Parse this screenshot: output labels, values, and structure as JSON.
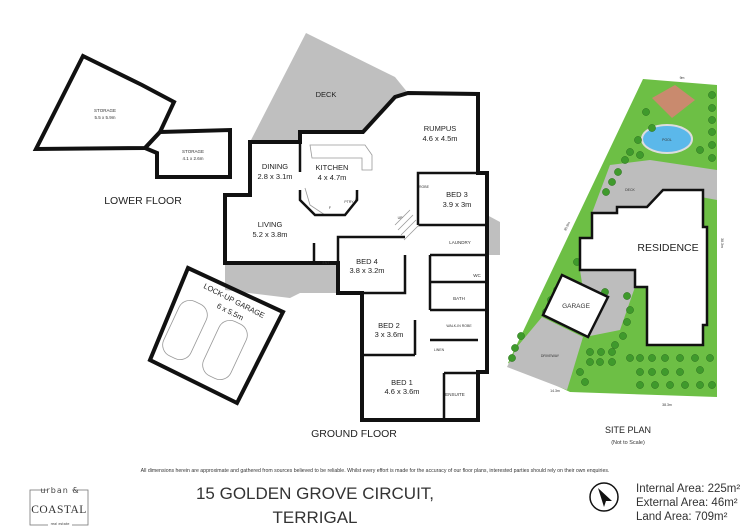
{
  "lower_floor": {
    "title": "LOWER FLOOR",
    "rooms": [
      {
        "name": "STORAGE",
        "size": "5.5 x 5.9m"
      },
      {
        "name": "STORAGE",
        "size": "4.1 x 2.6m"
      }
    ]
  },
  "ground_floor": {
    "title": "GROUND FLOOR",
    "rooms": {
      "deck": {
        "name": "DECK"
      },
      "rumpus": {
        "name": "RUMPUS",
        "size": "4.6 x 4.5m"
      },
      "dining": {
        "name": "DINING",
        "size": "2.8 x 3.1m"
      },
      "kitchen": {
        "name": "KITCHEN",
        "size": "4 x 4.7m"
      },
      "bed3": {
        "name": "BED 3",
        "size": "3.9 x 3m"
      },
      "living": {
        "name": "LIVING",
        "size": "5.2 x 3.8m"
      },
      "bed4": {
        "name": "BED 4",
        "size": "3.8 x 3.2m"
      },
      "bed2": {
        "name": "BED 2",
        "size": "3 x 3.6m"
      },
      "bed1": {
        "name": "BED 1",
        "size": "4.6 x 3.6m"
      },
      "garage": {
        "name": "LOCK-UP GARAGE",
        "size": "6 x 5.5m"
      },
      "laundry": {
        "name": "LAUNDRY"
      },
      "wc": {
        "name": "WC"
      },
      "bath": {
        "name": "BATH"
      },
      "walkin": {
        "name": "WALK-IN ROBE"
      },
      "ensuite": {
        "name": "ENSUITE"
      }
    },
    "small_labels": {
      "ent": "ENT",
      "robe": "ROBE",
      "linen": "LINEN",
      "pantry": "PTRY",
      "fridge": "F",
      "up": "UP"
    }
  },
  "site_plan": {
    "title": "SITE PLAN",
    "subtitle": "(Not to Scale)",
    "labels": {
      "residence": "RESIDENCE",
      "garage": "GARAGE",
      "pool": "POOL",
      "deck": "DECK",
      "driveway": "DRIVEWAY"
    },
    "dimensions": {
      "top": "9m",
      "left": "35.9m",
      "right": "38.3m",
      "front": "14.3m",
      "bottom": "38.3m"
    },
    "colors": {
      "lawn": "#6dbf45",
      "paving": "#bdbdbd",
      "pool": "#5bb8ea",
      "tree": "#3f9a2c"
    }
  },
  "footer": {
    "disclaimer": "All dimensions herein are approximate and gathered from sources believed to be reliable. Whilst every effort is made for the accuracy of our floor plans, interested parties should rely on their own enquiries.",
    "logo": {
      "top": "urban &",
      "main": "COASTAL",
      "bottom": "real estate"
    },
    "address_line1": "15 GOLDEN GROVE CIRCUIT,",
    "address_line2": "TERRIGAL",
    "north_icon": "compass-arrow-icon",
    "internal_area": "Internal Area: 225m²",
    "external_area": "External Area: 46m²",
    "land_area": "Land Area: 709m²"
  },
  "colors": {
    "deck": "#bfbfbf",
    "wall": "#111111"
  }
}
